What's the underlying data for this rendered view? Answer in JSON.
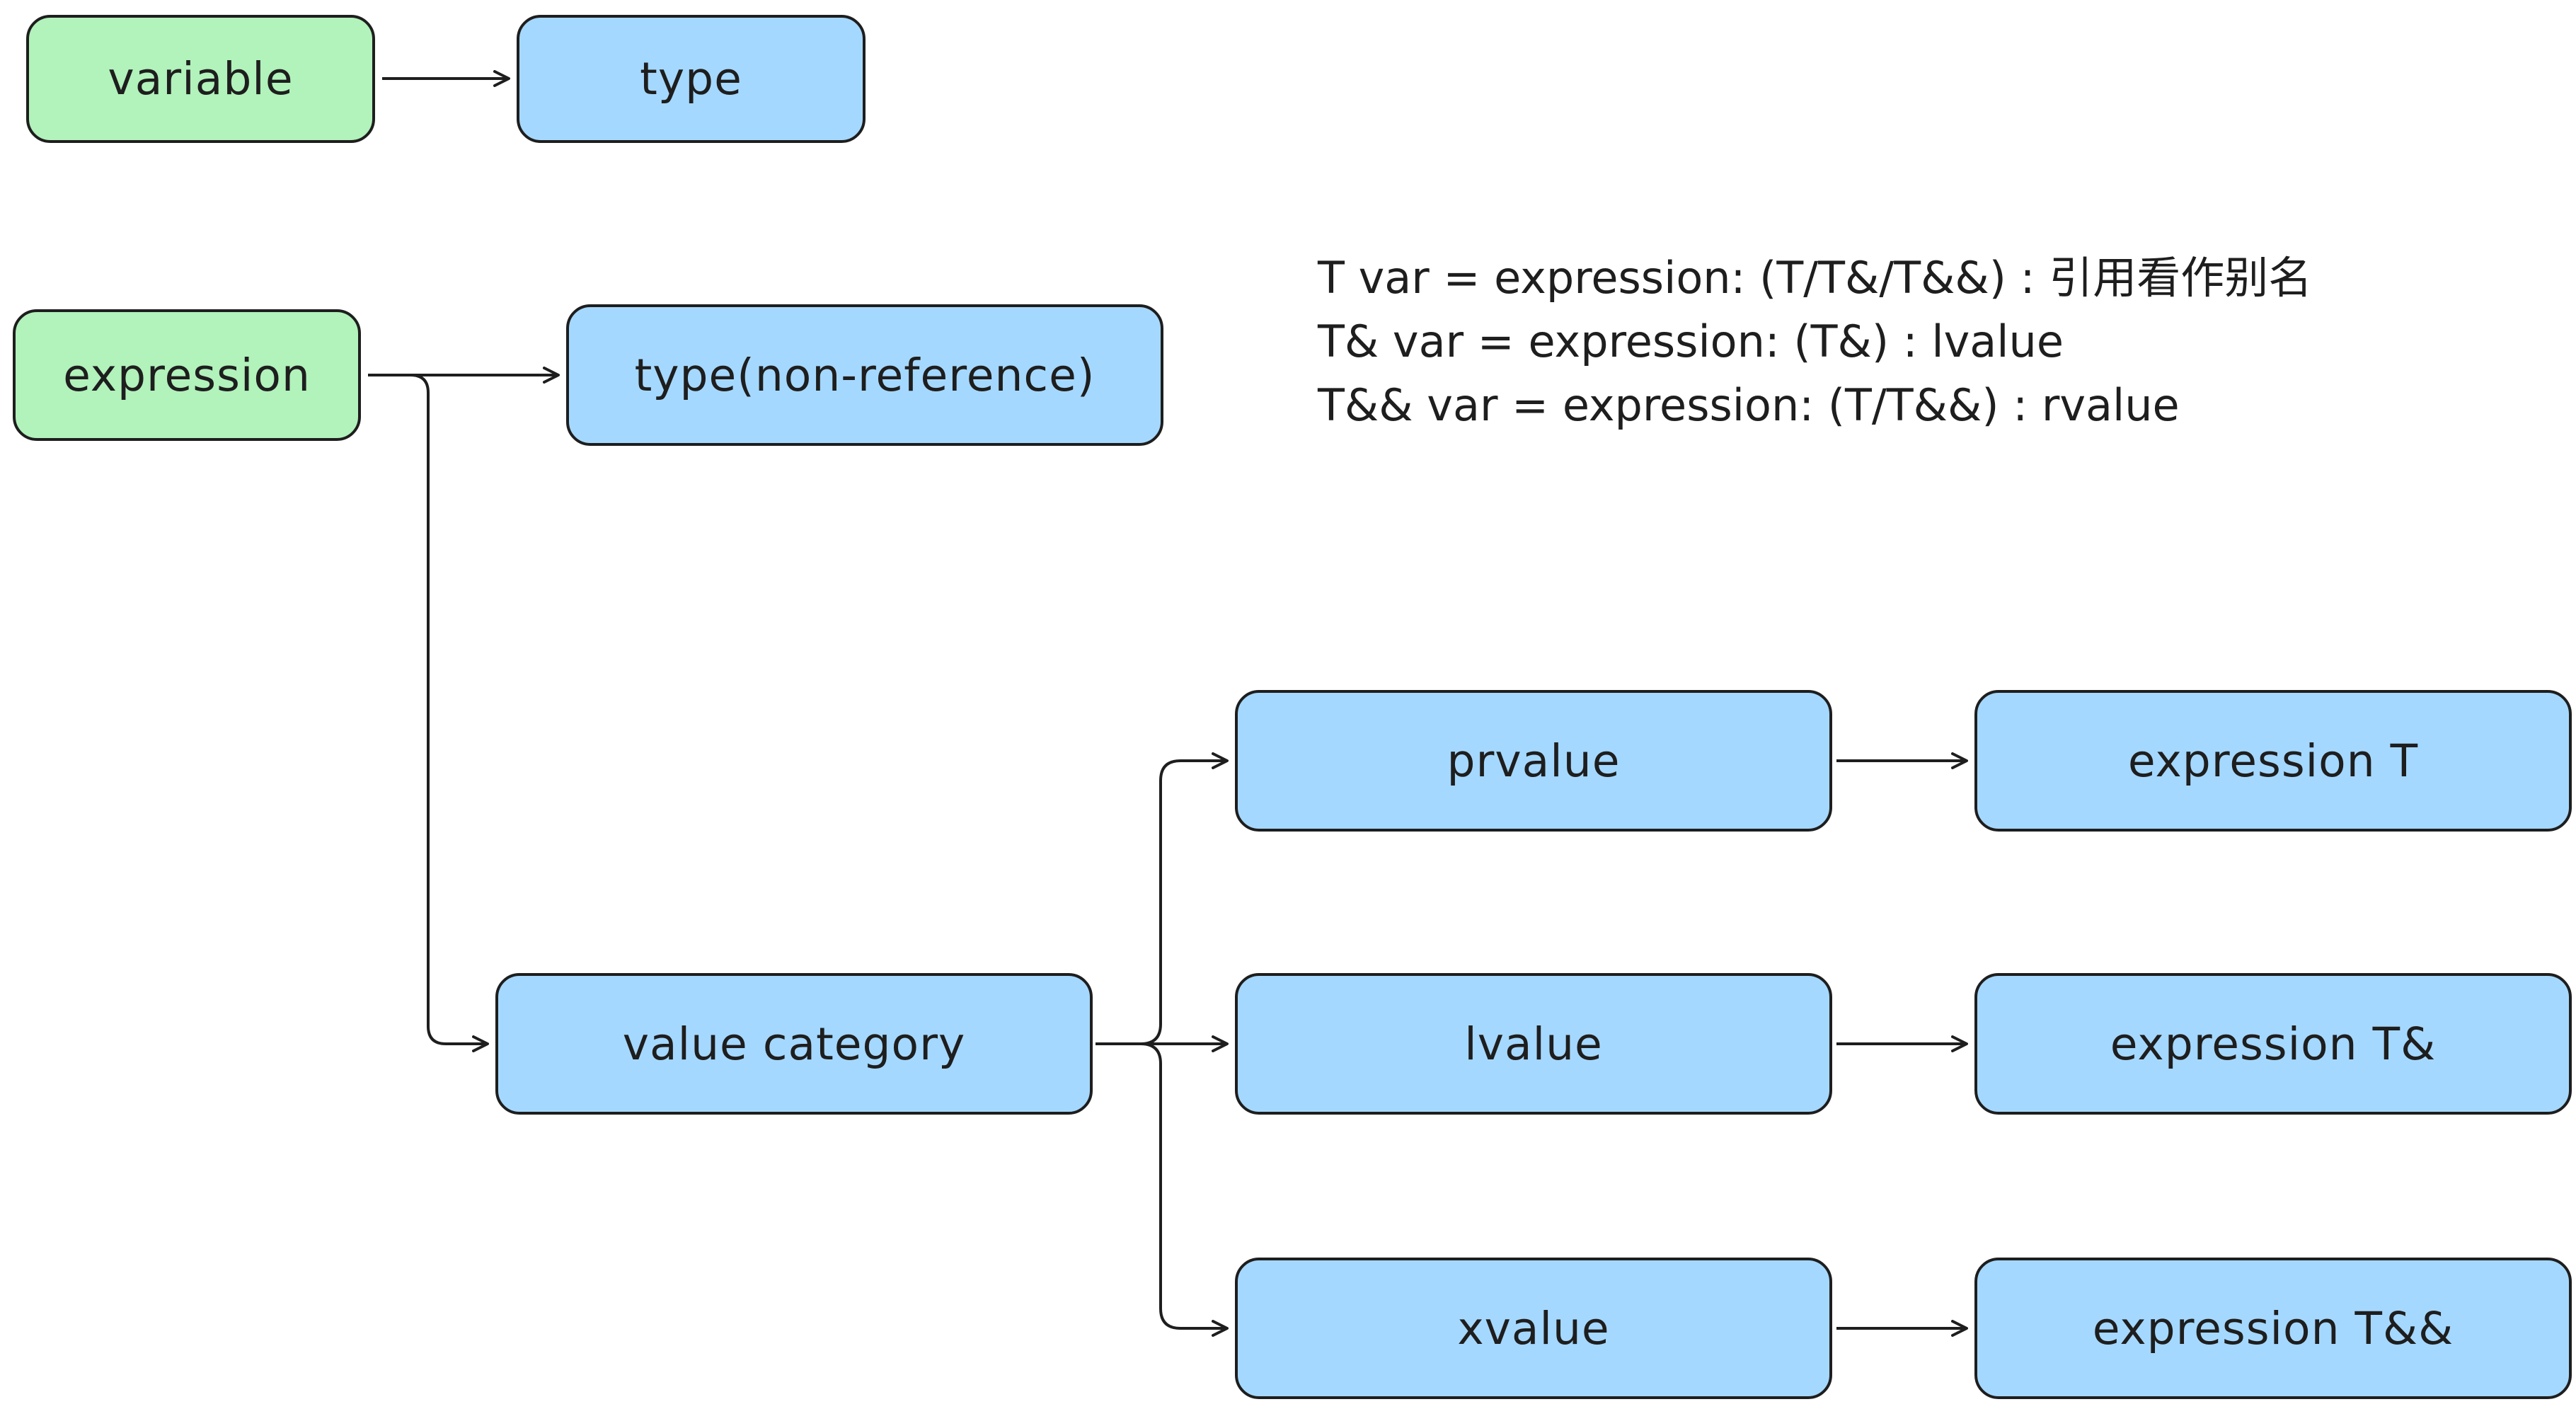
{
  "nodes": {
    "variable": "variable",
    "type": "type",
    "expression": "expression",
    "type_non_reference": "type(non-reference)",
    "value_category": "value category",
    "prvalue": "prvalue",
    "lvalue": "lvalue",
    "xvalue": "xvalue",
    "expression_t": "expression T",
    "expression_t_ref": "expression T&",
    "expression_t_rref": "expression T&&"
  },
  "notes": [
    "T var =  expression: (T/T&/T&&) : 引用看作别名",
    "T& var = expression: (T&) : lvalue",
    "T&& var = expression: (T/T&&) : rvalue"
  ],
  "colors": {
    "green_fill": "#b2f2bb",
    "blue_fill": "#a5d8ff",
    "stroke": "#1e1e1e"
  }
}
